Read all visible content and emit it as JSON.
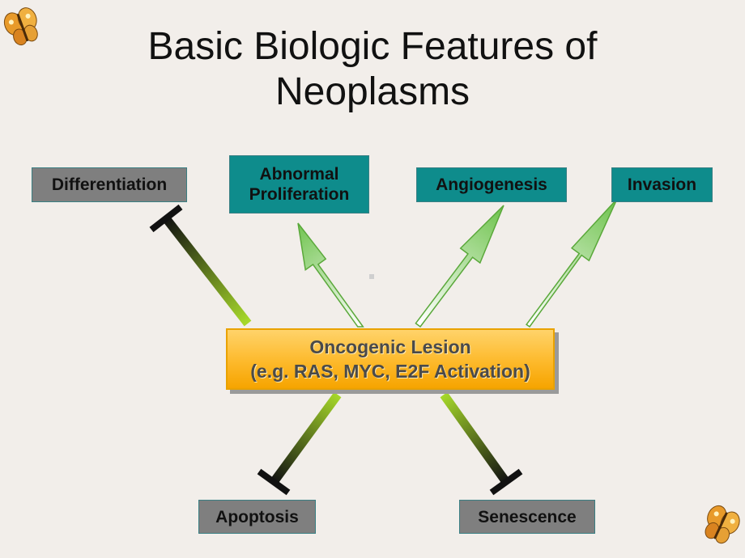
{
  "title": {
    "line1": "Basic Biologic Features of",
    "line2": "Neoplasms"
  },
  "center": {
    "line1": "Oncogenic Lesion",
    "line2": "(e.g. RAS, MYC, E2F Activation)"
  },
  "boxes": {
    "differentiation": "Differentiation",
    "abnormal_proliferation": {
      "line1": "Abnormal",
      "line2": "Proliferation"
    },
    "angiogenesis": "Angiogenesis",
    "invasion": "Invasion",
    "apoptosis": "Apoptosis",
    "senescence": "Senescence"
  },
  "colors": {
    "gray_box": "#7f7f7f",
    "teal_box": "#0e8c8c",
    "center_box": "#fdb92b",
    "arrow_light_green": "#a8d96a",
    "inhibitor_green": "#8ec63f",
    "inhibitor_dark": "#1a1a1a"
  },
  "icons": {
    "decoration": "butterfly-icon"
  }
}
